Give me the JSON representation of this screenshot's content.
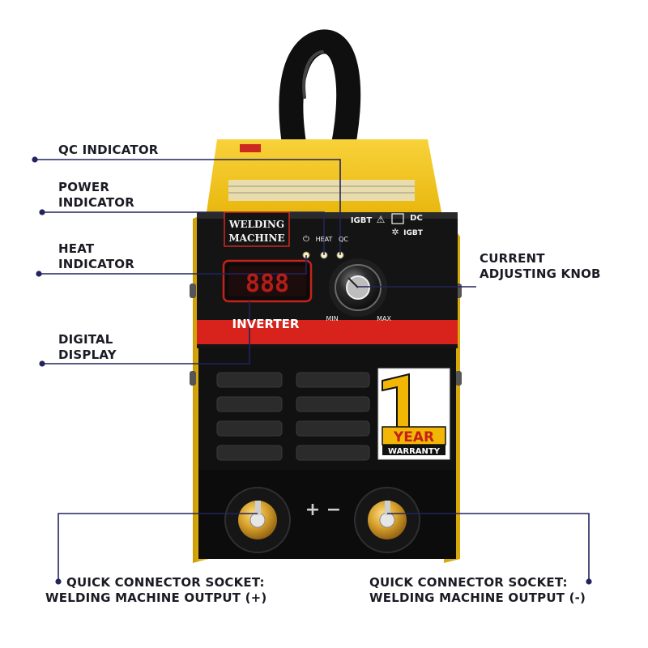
{
  "machine": {
    "brand_line1": "WELDING",
    "brand_line2": "MACHINE",
    "panel_name": "INVERTER",
    "display_digits": "888",
    "indicator_power_glyph": "⏻",
    "indicator_heat": "HEAT",
    "indicator_qc": "QC",
    "knob_min": "MIN",
    "knob_max": "MAX",
    "spec_igbt": "IGBT",
    "spec_dc": "DC",
    "spec_fan_igbt": "IGBT",
    "polarity_plus": "+",
    "polarity_minus": "−"
  },
  "warranty": {
    "number": "1",
    "year": "YEAR",
    "text": "WARRANTY"
  },
  "callouts": {
    "qc_indicator": [
      "QC INDICATOR"
    ],
    "power_indicator": [
      "POWER",
      "INDICATOR"
    ],
    "heat_indicator": [
      "HEAT",
      "INDICATOR"
    ],
    "digital_display": [
      "DIGITAL",
      "DISPLAY"
    ],
    "current_knob": [
      "CURRENT",
      "ADJUSTING KNOB"
    ],
    "socket_plus": [
      "QUICK CONNECTOR SOCKET:",
      "WELDING MACHINE OUTPUT (+)"
    ],
    "socket_minus": [
      "QUICK CONNECTOR SOCKET:",
      "WELDING MACHINE OUTPUT (-)"
    ]
  },
  "colors": {
    "body_yellow": "#f2c21a",
    "panel_black": "#141414",
    "accent_red": "#d8231c",
    "callout_navy": "#23235e"
  }
}
